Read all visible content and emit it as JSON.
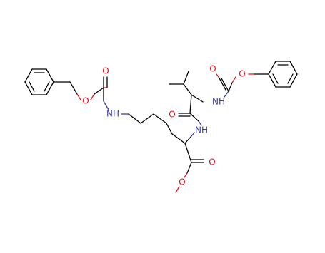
{
  "atoms": {
    "nh_cbz_left": "NH",
    "o_ester_left": "O",
    "o_carbonyl_left": "O",
    "nh_amide": "NH",
    "o_amide": "O",
    "nh_cbz_right": "NH",
    "o_carbonyl_right": "O",
    "o_ester_right": "O",
    "o_methyl_ester_carbonyl": "O",
    "o_methyl_ester": "O"
  },
  "colors": {
    "nitrogen": "#3a3a9c",
    "oxygen": "#e8101a",
    "carbon_bond": "#000000"
  }
}
